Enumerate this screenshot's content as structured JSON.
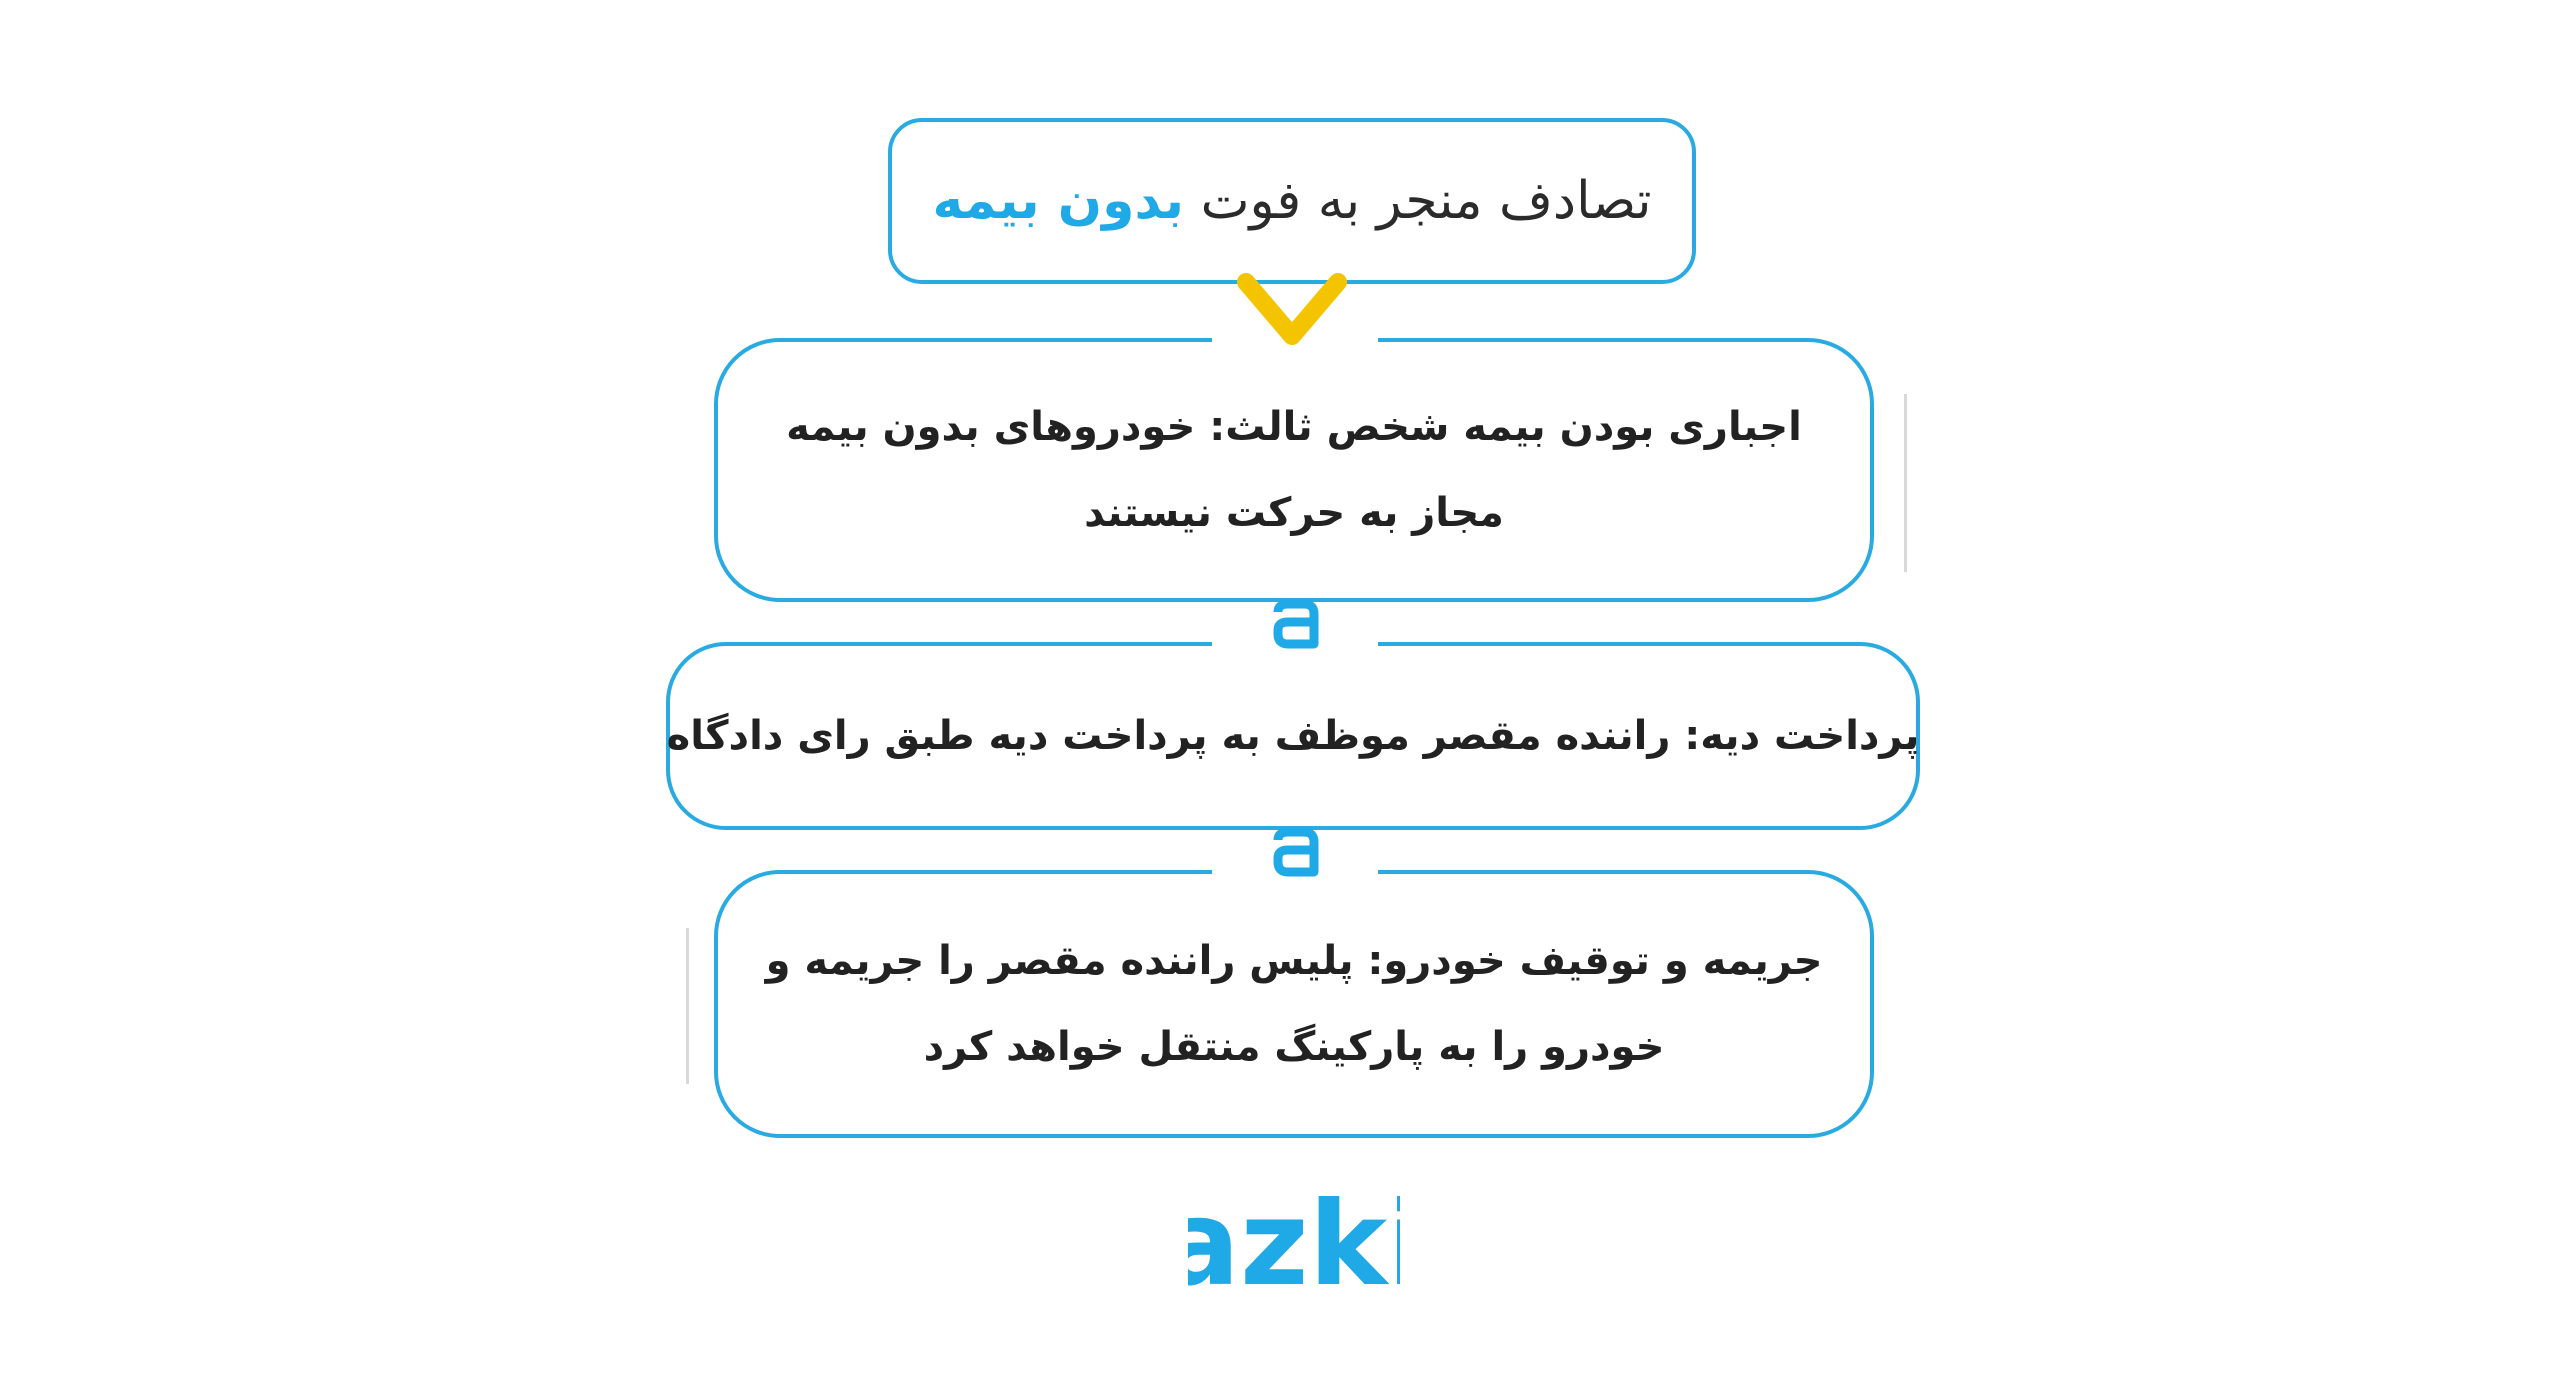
{
  "title": {
    "prefix": "تصادف منجر به فوت",
    "highlight": "بدون بیمه"
  },
  "steps": [
    {
      "lines": [
        "اجباری بودن بیمه شخص ثالث: خودروهای بدون بیمه",
        "مجاز به حرکت نیستند"
      ]
    },
    {
      "lines": [
        "پرداخت دیه: راننده مقصر موظف به پرداخت دیه طبق رای دادگاه"
      ]
    },
    {
      "lines": [
        "جریمه و توقیف خودرو: پلیس راننده مقصر را جریمه و",
        "خودرو را به پارکینگ منتقل خواهد کرد"
      ]
    }
  ],
  "connector_labels": [
    "a",
    "a"
  ],
  "icons": {
    "top_connector": "chevron-down-icon",
    "connectors": "azki-a-icon"
  },
  "logo": "azki",
  "colors": {
    "accent": "#1fa9e6",
    "border": "#29abe2",
    "chevron": "#f5c400",
    "text": "#222222"
  }
}
